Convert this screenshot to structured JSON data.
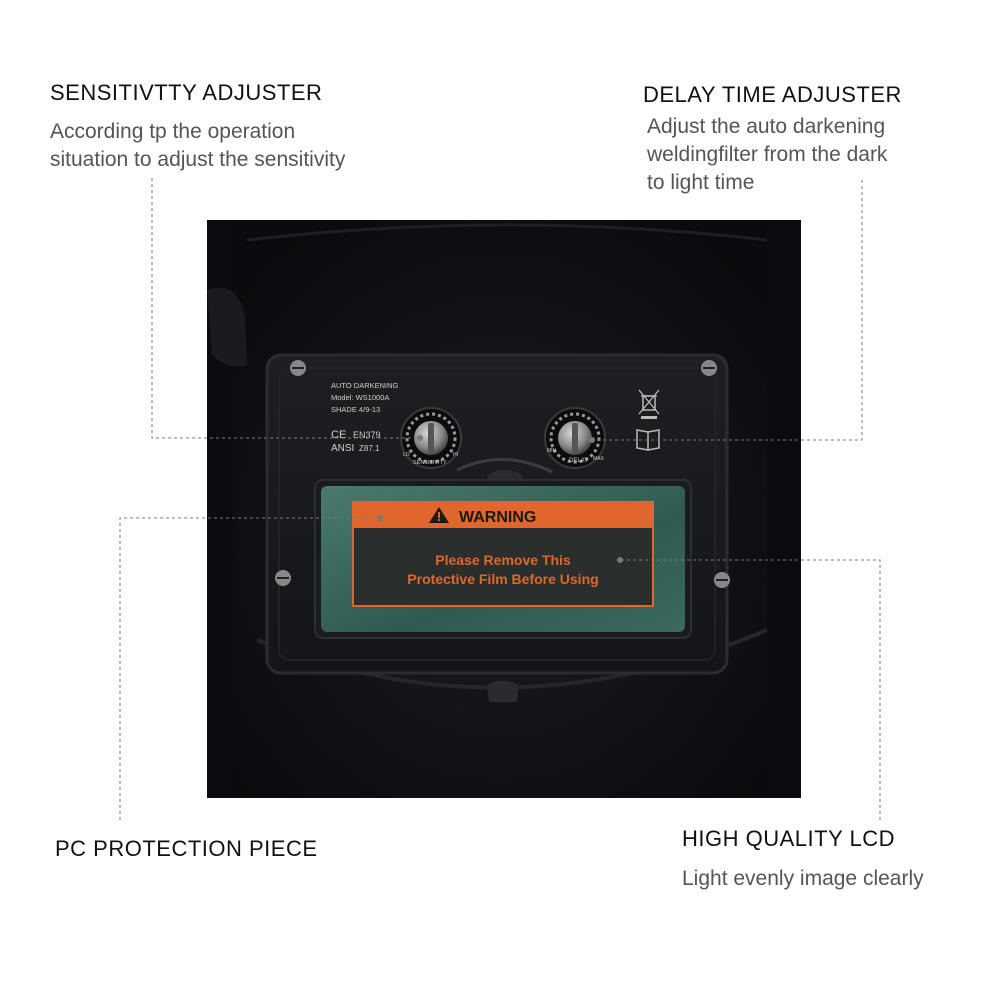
{
  "callouts": {
    "sensitivity": {
      "title": "SENSITIVTTY ADJUSTER",
      "description": "According tp the operation\nsituation to adjust the sensitivity"
    },
    "delay": {
      "title": "DELAY TIME ADJUSTER",
      "description": "Adjust the auto darkening\nweldingfilter from the dark\nto light time"
    },
    "pc_piece": {
      "title": "PC PROTECTION PIECE"
    },
    "lcd": {
      "title": "HIGH QUALITY LCD",
      "description": "Light evenly image clearly"
    }
  },
  "panel": {
    "brand_line1": "AUTO DARKENING",
    "brand_line2": "Model: WS1000A",
    "brand_line3": "SHADE  4/9-13",
    "cert_line1": "EN379",
    "cert_line2_prefix": "ANSI",
    "cert_line2_suffix": "Z87.1",
    "ce_mark": "CE",
    "sensitivity_knob_label": "SENSITIVITY",
    "sensitivity_lo": "LO",
    "sensitivity_hi": "HI",
    "delay_knob_label": "DELAY",
    "delay_min": "MIN",
    "delay_max": "MAX"
  },
  "warning": {
    "heading": "WARNING",
    "line1": "Please Remove This",
    "line2": "Protective Film Before Using"
  },
  "colors": {
    "warning_orange": "#e0662c",
    "lens_green": "#3f6e62",
    "background_dark": "#0d0e12",
    "leader_line": "#7a7a7a"
  }
}
